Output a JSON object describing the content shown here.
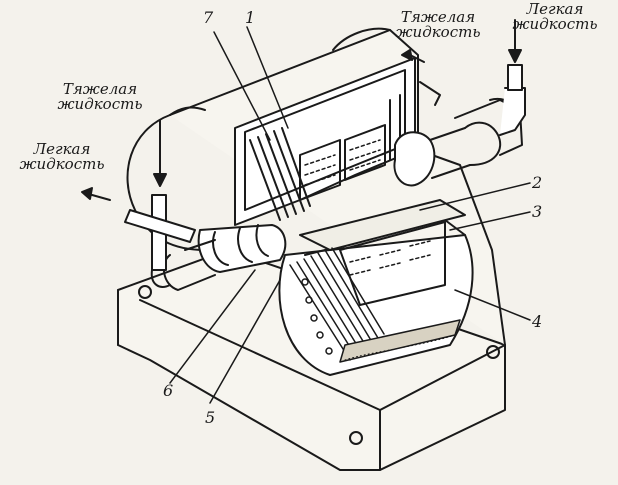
{
  "labels": {
    "heavy_liquid_top": "Тяжелая жидкость",
    "light_liquid_top": "Легкая жидкость",
    "heavy_liquid_left": "Тяжелая жидкость",
    "light_liquid_left": "Легкая жидкость"
  },
  "callouts": [
    "1",
    "2",
    "3",
    "4",
    "5",
    "6",
    "7"
  ],
  "colors": {
    "ink": "#1a1a1a",
    "paper": "#f4f2ec"
  }
}
